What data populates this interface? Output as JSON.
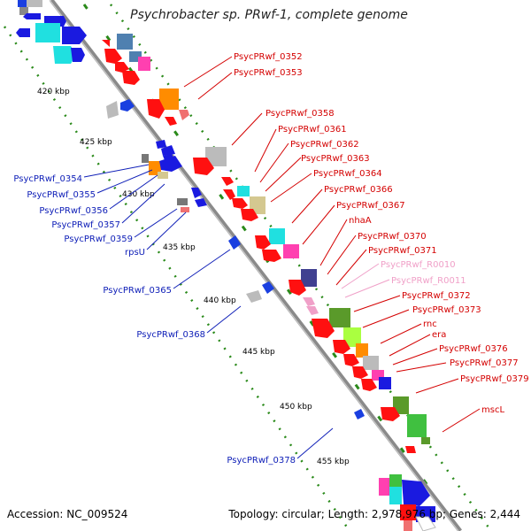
{
  "header": {
    "title": "Psychrobacter sp. PRwf-1, complete genome"
  },
  "footer": {
    "accession": "Accession: NC_009524",
    "topology": "Topology: circular; Length: 2,978,976 bp; Genes: 2,444"
  },
  "colors": {
    "backbone": "#8a8a8a",
    "tick": "#2a8a1a",
    "forward_label": "#d40000",
    "reverse_label": "#1020b8",
    "rna_label": "#f0a0c8"
  },
  "scale_labels": [
    "420 kbp",
    "425 kbp",
    "430 kbp",
    "435 kbp",
    "440 kbp",
    "445 kbp",
    "450 kbp",
    "455 kbp"
  ],
  "forward_genes": [
    "PsycPRwf_0352",
    "PsycPRwf_0353",
    "PsycPRwf_0358",
    "PsycPRwf_0361",
    "PsycPRwf_0362",
    "PsycPRwf_0363",
    "PsycPRwf_0364",
    "PsycPRwf_0366",
    "PsycPRwf_0367",
    "nhaA",
    "PsycPRwf_0370",
    "PsycPRwf_0371",
    "PsycPRwf_R0010",
    "PsycPRwf_R0011",
    "PsycPRwf_0372",
    "PsycPRwf_0373",
    "rnc",
    "era",
    "PsycPRwf_0376",
    "PsycPRwf_0377",
    "PsycPRwf_0379",
    "mscL"
  ],
  "reverse_genes": [
    "PsycPRwf_0354",
    "PsycPRwf_0355",
    "PsycPRwf_0356",
    "PsycPRwf_0357",
    "PsycPRwf_0359",
    "rpsU",
    "PsycPRwf_0365",
    "PsycPRwf_0368",
    "PsycPRwf_0378"
  ]
}
